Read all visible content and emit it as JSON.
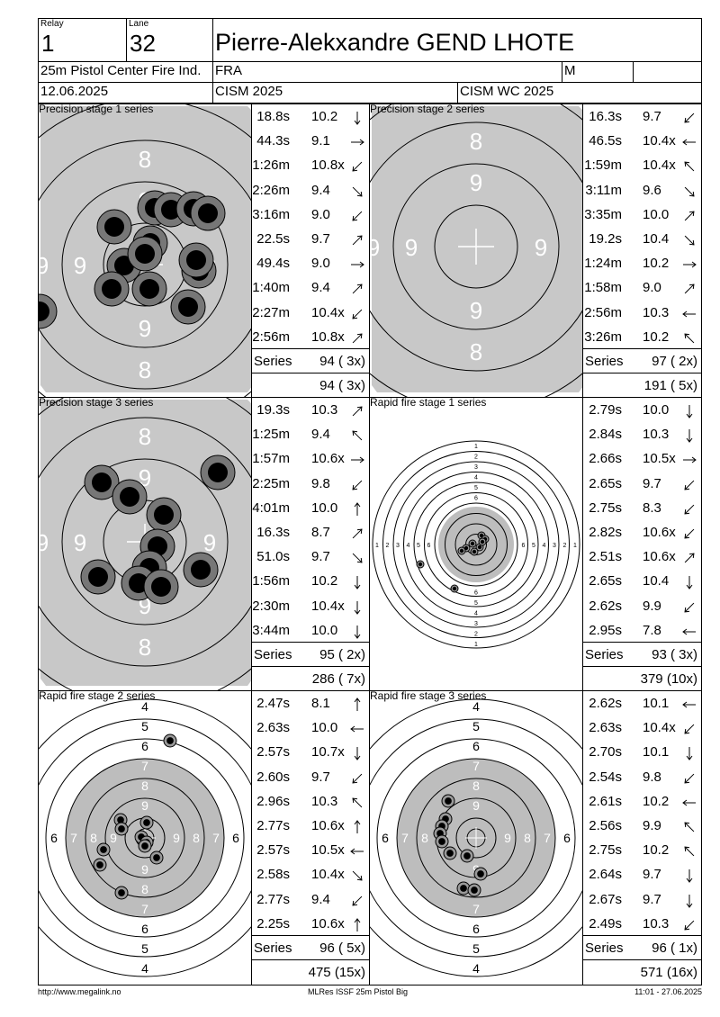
{
  "header": {
    "relay_label": "Relay",
    "relay": "1",
    "lane_label": "Lane",
    "lane": "32",
    "athlete_name": "Pierre-Alekxandre GEND LHOTE",
    "event": "25m Pistol Center Fire Ind.",
    "nation": "FRA",
    "gender": "M",
    "date": "12.06.2025",
    "competition": "CISM 2025",
    "championship": "CISM WC 2025"
  },
  "panels": [
    {
      "title": "Precision stage 1 series",
      "shots": [
        {
          "time": "18.8s",
          "score": "10.2",
          "dir": "down"
        },
        {
          "time": "44.3s",
          "score": "9.1",
          "dir": "right"
        },
        {
          "time": "1:26m",
          "score": "10.8x",
          "dir": "down-left"
        },
        {
          "time": "2:26m",
          "score": "9.4",
          "dir": "down-right"
        },
        {
          "time": "3:16m",
          "score": "9.0",
          "dir": "down-left"
        },
        {
          "time": "22.5s",
          "score": "9.7",
          "dir": "up-right"
        },
        {
          "time": "49.4s",
          "score": "9.0",
          "dir": "right"
        },
        {
          "time": "1:40m",
          "score": "9.4",
          "dir": "up-right"
        },
        {
          "time": "2:27m",
          "score": "10.4x",
          "dir": "down-left"
        },
        {
          "time": "2:56m",
          "score": "10.8x",
          "dir": "up-right"
        }
      ],
      "series_label": "Series",
      "series_total": "94 ( 3x)",
      "cumulative": "94 ( 3x)"
    },
    {
      "title": "Precision stage 2 series",
      "shots": [
        {
          "time": "16.3s",
          "score": "9.7",
          "dir": "down-left"
        },
        {
          "time": "46.5s",
          "score": "10.4x",
          "dir": "left"
        },
        {
          "time": "1:59m",
          "score": "10.4x",
          "dir": "up-left"
        },
        {
          "time": "3:11m",
          "score": "9.6",
          "dir": "down-right"
        },
        {
          "time": "3:35m",
          "score": "10.0",
          "dir": "up-right"
        },
        {
          "time": "19.2s",
          "score": "10.4",
          "dir": "down-right"
        },
        {
          "time": "1:24m",
          "score": "10.2",
          "dir": "right"
        },
        {
          "time": "1:58m",
          "score": "9.0",
          "dir": "up-right"
        },
        {
          "time": "2:56m",
          "score": "10.3",
          "dir": "left"
        },
        {
          "time": "3:26m",
          "score": "10.2",
          "dir": "up-left"
        }
      ],
      "series_label": "Series",
      "series_total": "97 ( 2x)",
      "cumulative": "191 ( 5x)"
    },
    {
      "title": "Precision stage 3 series",
      "shots": [
        {
          "time": "19.3s",
          "score": "10.3",
          "dir": "up-right"
        },
        {
          "time": "1:25m",
          "score": "9.4",
          "dir": "up-left"
        },
        {
          "time": "1:57m",
          "score": "10.6x",
          "dir": "right"
        },
        {
          "time": "2:25m",
          "score": "9.8",
          "dir": "down-left"
        },
        {
          "time": "4:01m",
          "score": "10.0",
          "dir": "up"
        },
        {
          "time": "16.3s",
          "score": "8.7",
          "dir": "up-right"
        },
        {
          "time": "51.0s",
          "score": "9.7",
          "dir": "down-right"
        },
        {
          "time": "1:56m",
          "score": "10.2",
          "dir": "down"
        },
        {
          "time": "2:30m",
          "score": "10.4x",
          "dir": "down"
        },
        {
          "time": "3:44m",
          "score": "10.0",
          "dir": "down"
        }
      ],
      "series_label": "Series",
      "series_total": "95 ( 2x)",
      "cumulative": "286 ( 7x)"
    },
    {
      "title": "Rapid fire stage 1 series",
      "shots": [
        {
          "time": "2.79s",
          "score": "10.0",
          "dir": "down"
        },
        {
          "time": "2.84s",
          "score": "10.3",
          "dir": "down"
        },
        {
          "time": "2.66s",
          "score": "10.5x",
          "dir": "right"
        },
        {
          "time": "2.65s",
          "score": "9.7",
          "dir": "down-left"
        },
        {
          "time": "2.75s",
          "score": "8.3",
          "dir": "down-left"
        },
        {
          "time": "2.82s",
          "score": "10.6x",
          "dir": "down-left"
        },
        {
          "time": "2.51s",
          "score": "10.6x",
          "dir": "up-right"
        },
        {
          "time": "2.65s",
          "score": "10.4",
          "dir": "down"
        },
        {
          "time": "2.62s",
          "score": "9.9",
          "dir": "down-left"
        },
        {
          "time": "2.95s",
          "score": "7.8",
          "dir": "left"
        }
      ],
      "series_label": "Series",
      "series_total": "93 ( 3x)",
      "cumulative": "379 (10x)"
    },
    {
      "title": "Rapid fire stage 2 series",
      "shots": [
        {
          "time": "2.47s",
          "score": "8.1",
          "dir": "up"
        },
        {
          "time": "2.63s",
          "score": "10.0",
          "dir": "left"
        },
        {
          "time": "2.57s",
          "score": "10.7x",
          "dir": "down"
        },
        {
          "time": "2.60s",
          "score": "9.7",
          "dir": "down-left"
        },
        {
          "time": "2.96s",
          "score": "10.3",
          "dir": "up-left"
        },
        {
          "time": "2.77s",
          "score": "10.6x",
          "dir": "up"
        },
        {
          "time": "2.57s",
          "score": "10.5x",
          "dir": "left"
        },
        {
          "time": "2.58s",
          "score": "10.4x",
          "dir": "down-right"
        },
        {
          "time": "2.77s",
          "score": "9.4",
          "dir": "down-left"
        },
        {
          "time": "2.25s",
          "score": "10.6x",
          "dir": "up"
        }
      ],
      "series_label": "Series",
      "series_total": "96 ( 5x)",
      "cumulative": "475 (15x)"
    },
    {
      "title": "Rapid fire stage 3 series",
      "shots": [
        {
          "time": "2.62s",
          "score": "10.1",
          "dir": "left"
        },
        {
          "time": "2.63s",
          "score": "10.4x",
          "dir": "down-left"
        },
        {
          "time": "2.70s",
          "score": "10.1",
          "dir": "down"
        },
        {
          "time": "2.54s",
          "score": "9.8",
          "dir": "down-left"
        },
        {
          "time": "2.61s",
          "score": "10.2",
          "dir": "left"
        },
        {
          "time": "2.56s",
          "score": "9.9",
          "dir": "up-left"
        },
        {
          "time": "2.75s",
          "score": "10.2",
          "dir": "up-left"
        },
        {
          "time": "2.64s",
          "score": "9.7",
          "dir": "down"
        },
        {
          "time": "2.67s",
          "score": "9.7",
          "dir": "down"
        },
        {
          "time": "2.49s",
          "score": "10.3",
          "dir": "down-left"
        }
      ],
      "series_label": "Series",
      "series_total": "96 ( 1x)",
      "cumulative": "571 (16x)"
    }
  ],
  "target_ring_labels": {
    "precision": [
      "8",
      "9",
      "9",
      "8",
      "9",
      "9",
      "8",
      "7"
    ],
    "rapid_small": [
      "1",
      "2",
      "3",
      "4",
      "5",
      "6",
      "6",
      "5",
      "4",
      "3",
      "2",
      "1"
    ],
    "rapid_zoom": [
      "4",
      "5",
      "6",
      "7",
      "8",
      "9",
      "6",
      "7",
      "8",
      "9",
      "8",
      "7",
      "6",
      "5",
      "4"
    ]
  },
  "footer": {
    "url": "http://www.megalink.no",
    "software": "MLRes ISSF 25m Pistol Big",
    "timestamp": "11:01 - 27.06.2025"
  }
}
